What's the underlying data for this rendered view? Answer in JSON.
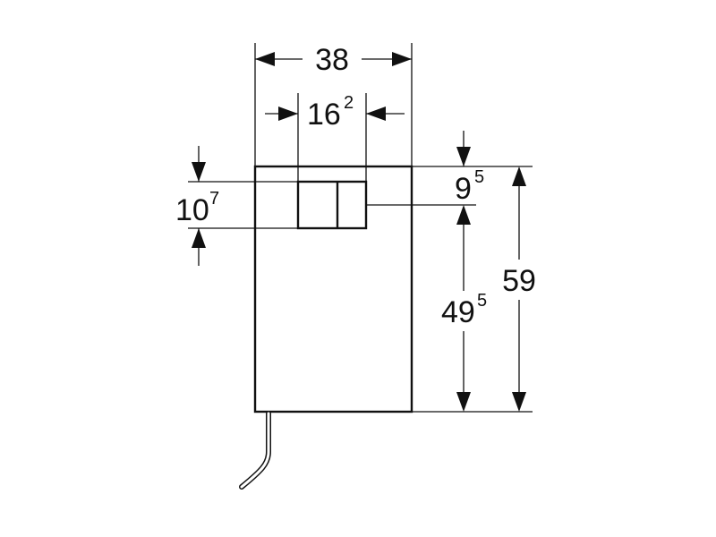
{
  "dimensions": {
    "overall_width": {
      "main": "38",
      "sup": ""
    },
    "actuator_width": {
      "main": "16",
      "sup": "2"
    },
    "actuator_height": {
      "main": "10",
      "sup": "7"
    },
    "actuator_top_offset": {
      "main": "9",
      "sup": "5"
    },
    "actuator_bottom_offset": {
      "main": "49",
      "sup": "5"
    },
    "overall_height": {
      "main": "59",
      "sup": ""
    }
  }
}
